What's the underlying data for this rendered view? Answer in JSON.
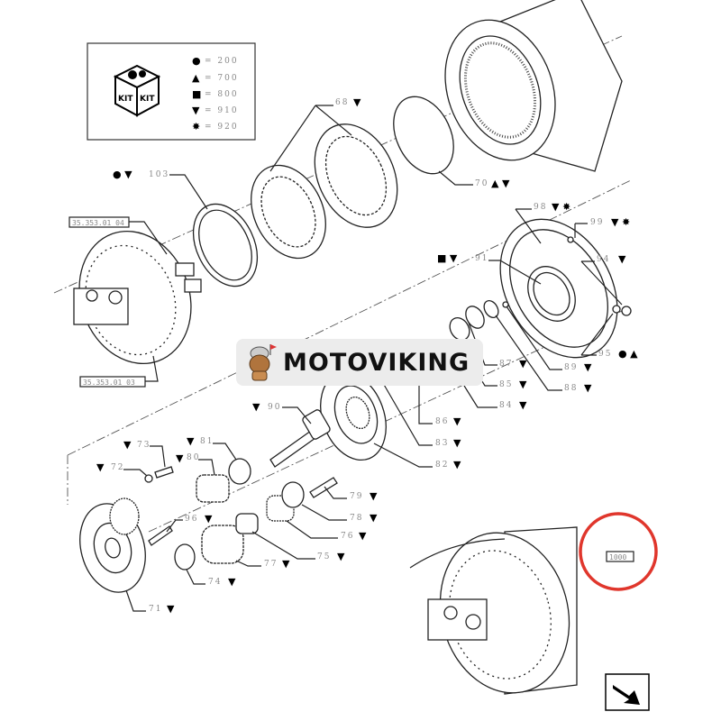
{
  "legend": {
    "kit_text": "KIT",
    "items": [
      {
        "symbol": "●",
        "value": "= 200"
      },
      {
        "symbol": "▲",
        "value": "= 700"
      },
      {
        "symbol": "■",
        "value": "= 800"
      },
      {
        "symbol": "▼",
        "value": "= 910"
      },
      {
        "symbol": "✸",
        "value": "= 920"
      }
    ]
  },
  "references": [
    "35.353.01 04",
    "35.353.01 03"
  ],
  "assembly_ref": "1000",
  "highlight_color": "#e0362c",
  "watermark": "MOTOVIKING",
  "callouts": [
    {
      "ref": "68",
      "symbols": "▼"
    },
    {
      "ref": "103",
      "symbols": "● ▼"
    },
    {
      "ref": "70",
      "symbols": "▲ ▼"
    },
    {
      "ref": "98",
      "symbols": "▼ ✸"
    },
    {
      "ref": "99",
      "symbols": "▼ ✸"
    },
    {
      "ref": "91",
      "symbols": "■ ▼"
    },
    {
      "ref": "94",
      "symbols": "▼"
    },
    {
      "ref": "95",
      "symbols": "● ▲"
    },
    {
      "ref": "87",
      "symbols": "▼"
    },
    {
      "ref": "89",
      "symbols": "▼"
    },
    {
      "ref": "85",
      "symbols": "▼"
    },
    {
      "ref": "88",
      "symbols": "▼"
    },
    {
      "ref": "84",
      "symbols": "▼"
    },
    {
      "ref": "86",
      "symbols": "▼"
    },
    {
      "ref": "83",
      "symbols": "▼"
    },
    {
      "ref": "82",
      "symbols": "▼"
    },
    {
      "ref": "90",
      "symbols": "▼"
    },
    {
      "ref": "73",
      "symbols": "▼"
    },
    {
      "ref": "81",
      "symbols": "▼"
    },
    {
      "ref": "80",
      "symbols": "▼"
    },
    {
      "ref": "72",
      "symbols": "▼"
    },
    {
      "ref": "79",
      "symbols": "▼"
    },
    {
      "ref": "78",
      "symbols": "▼"
    },
    {
      "ref": "76",
      "symbols": "▼"
    },
    {
      "ref": "75",
      "symbols": "▼"
    },
    {
      "ref": "77",
      "symbols": "▼"
    },
    {
      "ref": "96",
      "symbols": "▼"
    },
    {
      "ref": "74",
      "symbols": "▼"
    },
    {
      "ref": "71",
      "symbols": "▼"
    }
  ]
}
